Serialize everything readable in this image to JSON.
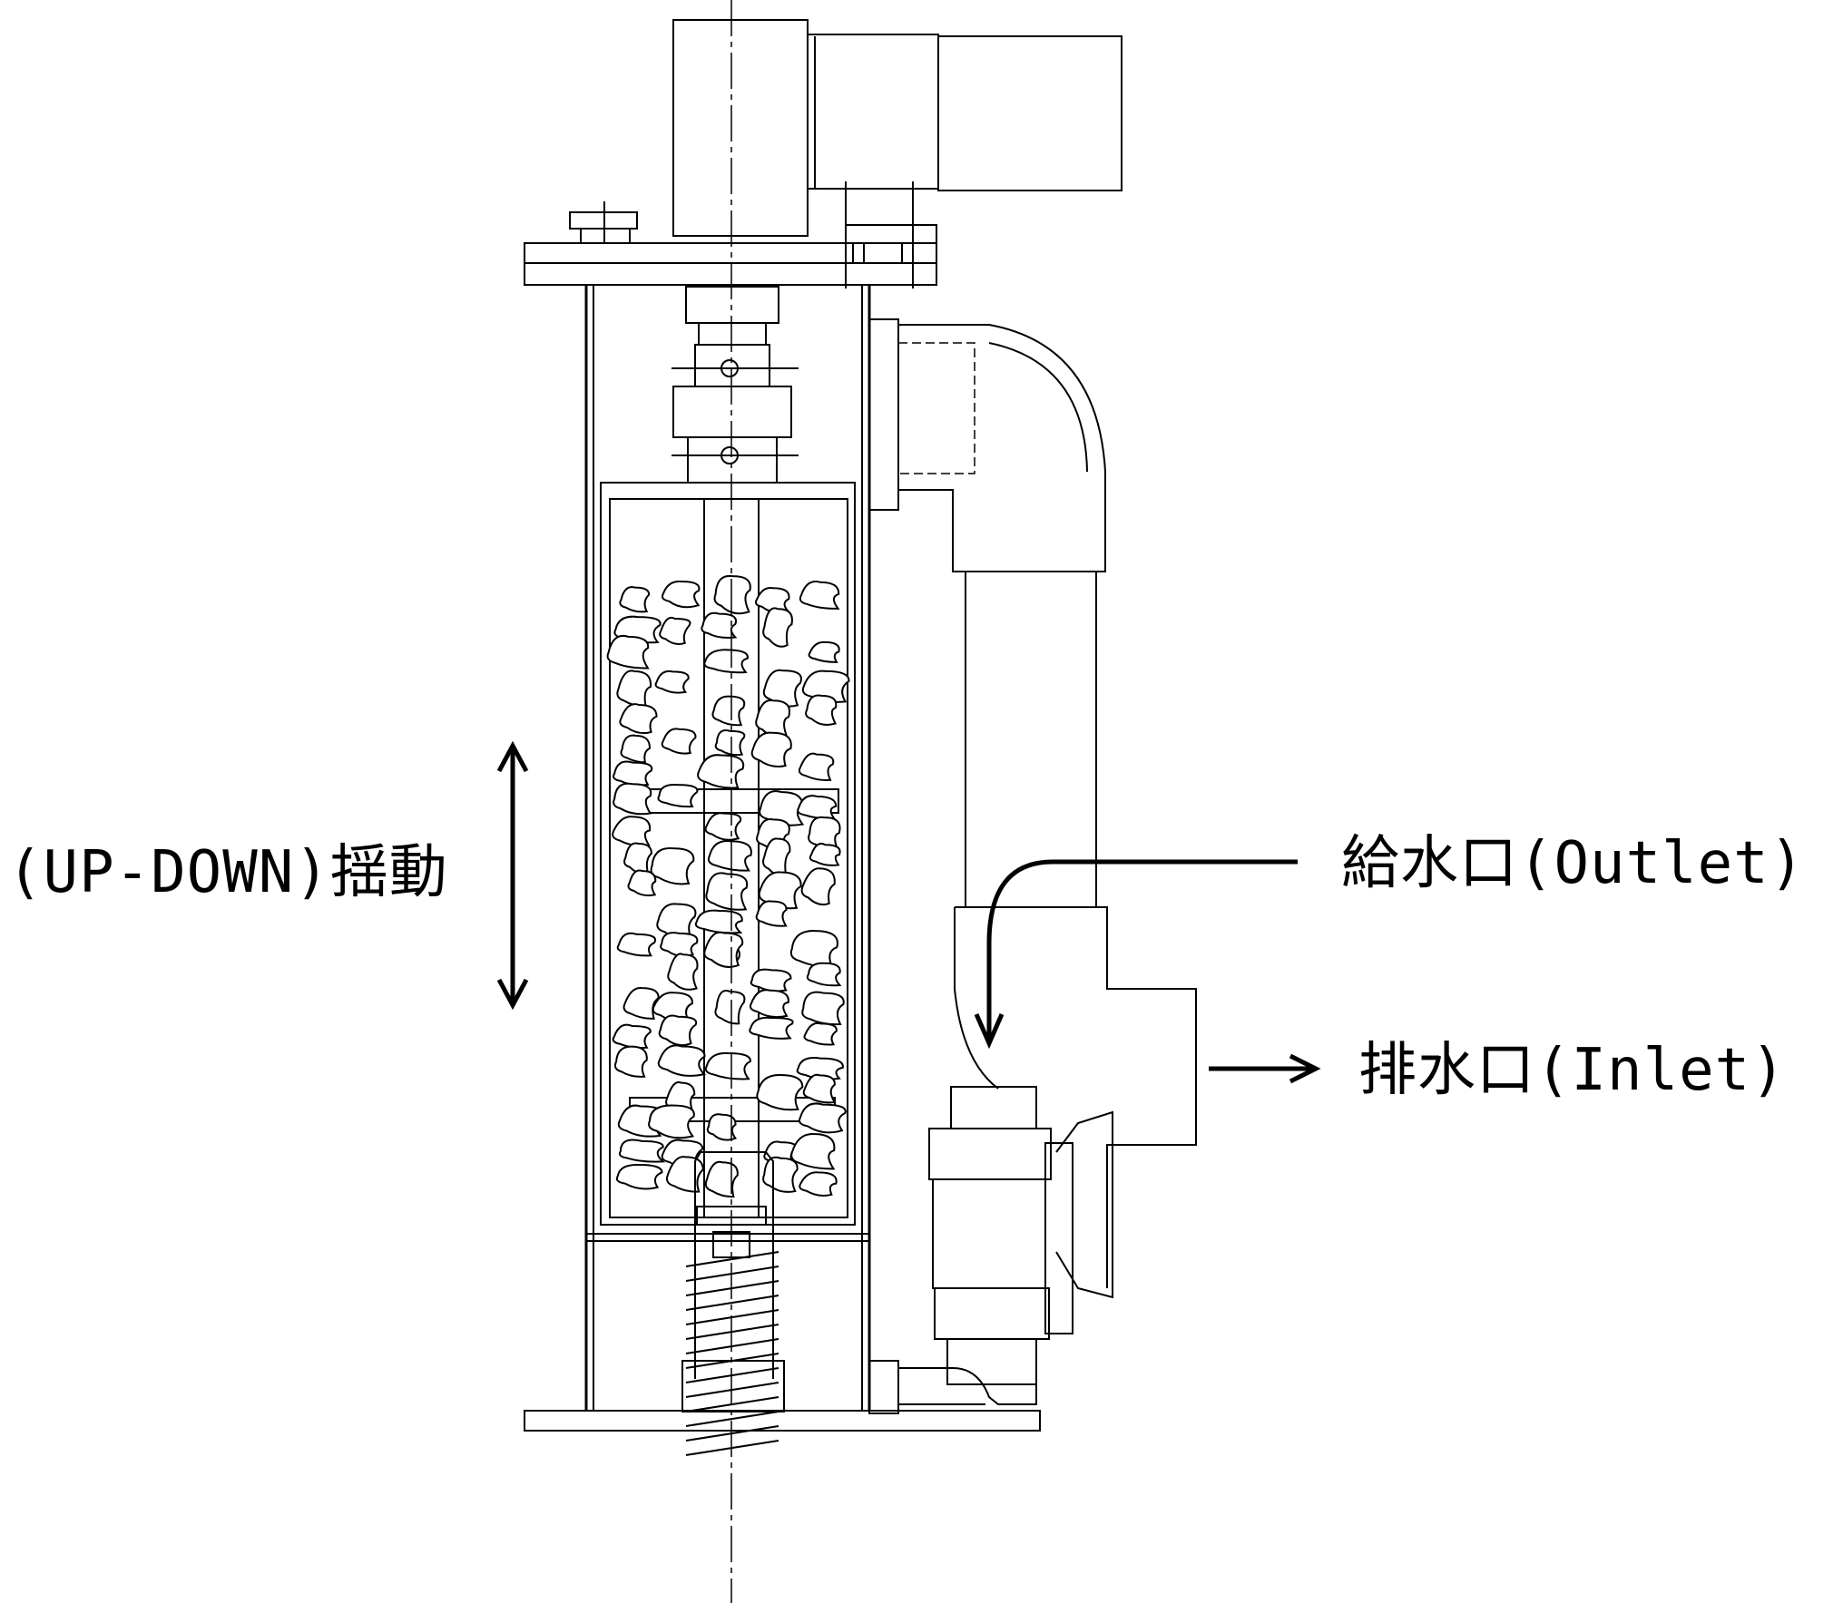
{
  "labels": {
    "oscillation": "(UP-DOWN)揺動",
    "outlet": "給水口(Outlet)",
    "inlet": "排水口(Inlet)"
  },
  "colors": {
    "line": "#000000",
    "background": "#ffffff"
  }
}
